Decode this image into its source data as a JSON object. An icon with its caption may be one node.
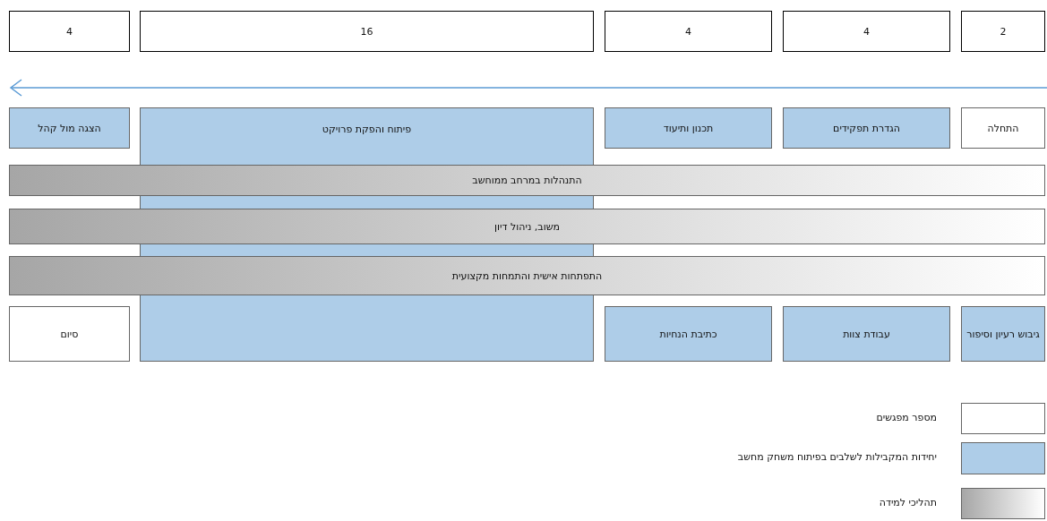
{
  "diagram": {
    "nodes": [
      {
        "text": [
          "2"
        ]
      },
      {
        "text": [
          "4"
        ]
      },
      {
        "text": [
          "4"
        ]
      },
      {
        "text": [
          "16"
        ]
      },
      {
        "text": [
          "4"
        ]
      },
      {
        "text": [
          "התחלה"
        ]
      },
      {
        "text": [
          "הגדרת תפקידים"
        ]
      },
      {
        "text": [
          "תכנון ותיעוד"
        ]
      },
      {
        "text": [
          "פיתוח והפקת פרויקט"
        ]
      },
      {
        "text": [
          "הצגה מול קהל"
        ]
      },
      {
        "text": [
          "התנהלות במרחב ממוחשב"
        ]
      },
      {
        "text": [
          "משוב, ניהול דיון"
        ]
      },
      {
        "text": [
          "התפתחות אישית והתמחות מקצועית"
        ]
      },
      {
        "text": [
          "גיבוש רעיון וסיפור"
        ]
      },
      {
        "text": [
          "עבודת צוות"
        ]
      },
      {
        "text": [
          "כתיבת הנחיות"
        ]
      },
      {
        "text": [
          "סיום"
        ]
      }
    ],
    "legend": [
      {
        "text": "מספר מפגשים",
        "color": "#ffffff"
      },
      {
        "text": "יחידות המקבילות לשלבים בפיתוח משחק מחשב",
        "color": "#aecde8"
      },
      {
        "text": "תהליכי למידה"
      }
    ]
  }
}
